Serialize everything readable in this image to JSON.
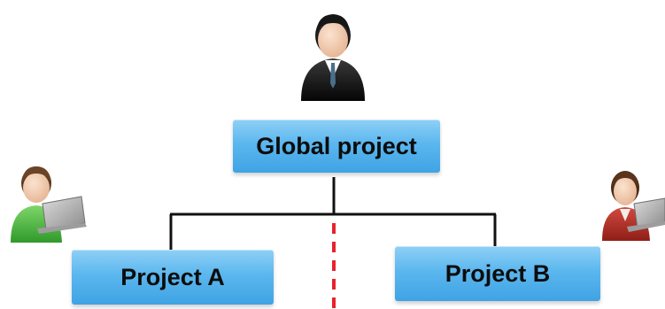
{
  "global_project": {
    "label": "Global project"
  },
  "project_a": {
    "label": "Project A"
  },
  "project_b": {
    "label": "Project B"
  },
  "people": [
    {
      "name": "manager-icon",
      "role": "businessman in suit"
    },
    {
      "name": "developer-a-icon",
      "role": "person with laptop, green shirt"
    },
    {
      "name": "developer-b-icon",
      "role": "person with laptop, red shirt"
    }
  ],
  "colors": {
    "box_fill": "#5bb7ee",
    "connector": "#111111",
    "divider": "#e8222b"
  }
}
